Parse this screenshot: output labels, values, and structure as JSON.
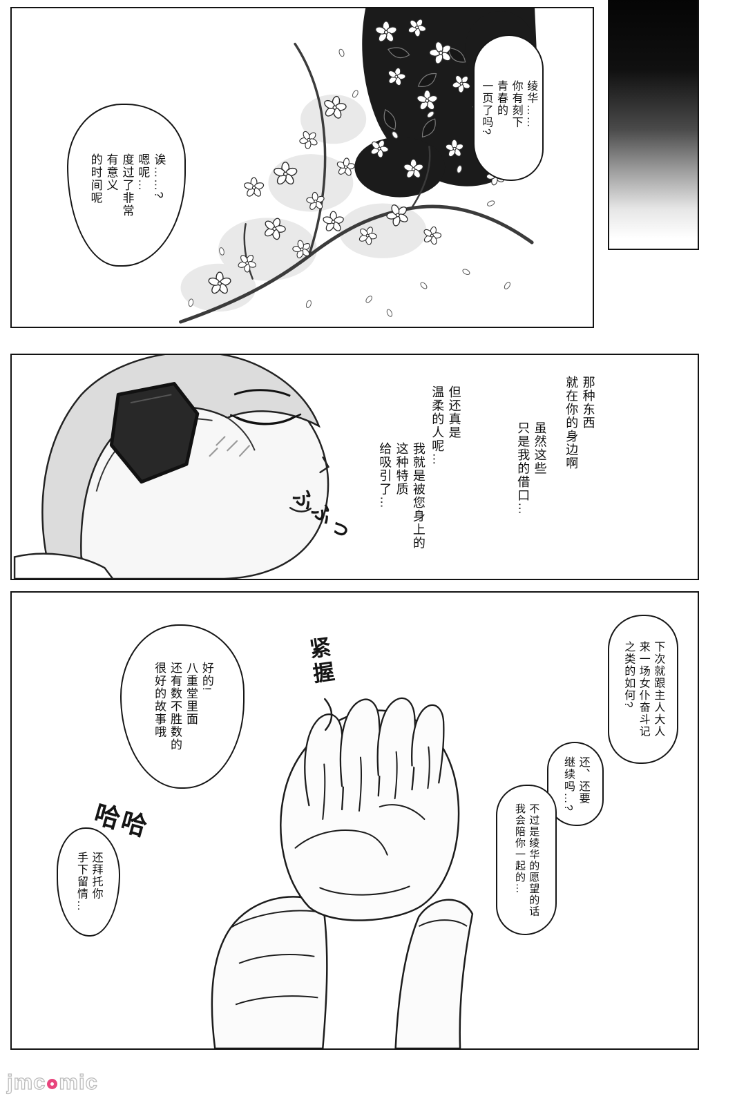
{
  "panel1": {
    "bubble_ayaka": {
      "lines": [
        "绫华……",
        "你有刻下",
        "青春的",
        "一页了吗?"
      ]
    },
    "bubble_reply": {
      "lines": [
        "诶……?",
        "嗯呢…",
        "度过了非常",
        "有意义",
        "的时间呢"
      ]
    }
  },
  "panel2": {
    "monologue_a": {
      "lines": [
        "那种东西",
        "就在你的身边啊"
      ]
    },
    "monologue_b": {
      "lines": [
        "虽然这些",
        "只是我的借口…"
      ]
    },
    "monologue_c": {
      "lines": [
        "但还真是",
        "温柔的人呢…"
      ]
    },
    "monologue_d": {
      "lines": [
        "我就是被您身上的",
        "这种特质",
        "给吸引了…"
      ]
    },
    "sfx_giggle": "ふふっ"
  },
  "panel3": {
    "bubble_proposal": {
      "lines": [
        "下次就跟主人大人",
        "来一场女仆奋斗记",
        "之类的如何?"
      ]
    },
    "bubble_continue": {
      "lines": [
        "还、还要",
        "继续吗…?"
      ]
    },
    "bubble_wish": {
      "lines": [
        "不过是绫华的愿望的话",
        "我会陪你一起的…"
      ]
    },
    "bubble_stories": {
      "lines": [
        "好的!",
        "八重堂里面",
        "还有数不胜数的",
        "很好的故事哦"
      ]
    },
    "bubble_mercy": {
      "lines": [
        "还拜托你",
        "手下留情…"
      ]
    },
    "sfx_laugh": "哈哈",
    "sfx_grip": "紧握"
  },
  "watermark": {
    "prefix": "jmc",
    "suffix": "mic"
  },
  "colors": {
    "ink": "#121212",
    "watermark_ring": "#e8457d"
  }
}
